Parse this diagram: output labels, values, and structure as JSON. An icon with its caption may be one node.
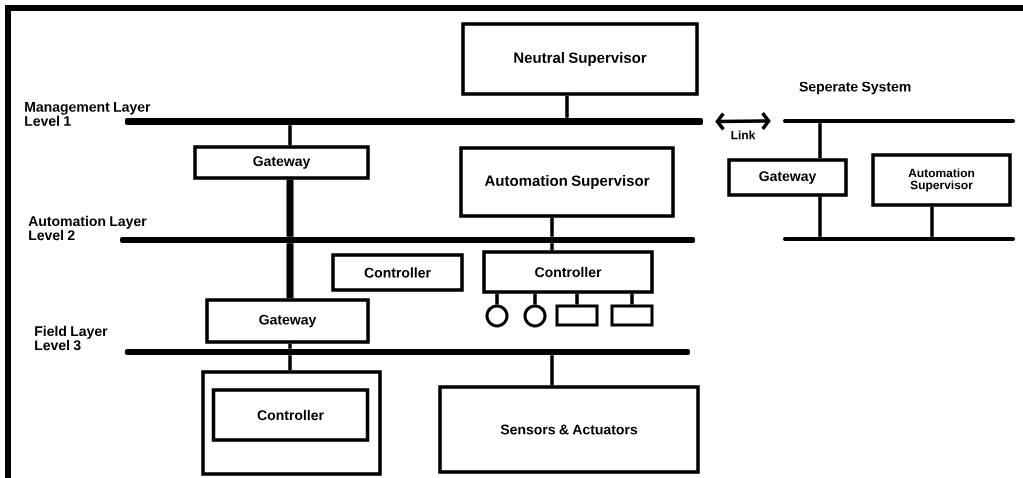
{
  "diagram": {
    "nodes": [
      {
        "text": [
          "Neutral Supervisor"
        ]
      },
      {
        "text": [],
        "shape": "bar",
        "beside": [
          "Management Layer Level 1"
        ]
      },
      {
        "text": [
          "Gateway"
        ]
      },
      {
        "text": [
          "Automation Supervisor"
        ]
      },
      {
        "text": [],
        "shape": "bar",
        "beside": [
          "Automation Layer Level 2"
        ]
      },
      {
        "text": [
          "Controller"
        ]
      },
      {
        "text": [
          "Controller"
        ]
      },
      {
        "text": [],
        "shape": "circle"
      },
      {
        "text": [],
        "shape": "circle"
      },
      {
        "text": [],
        "shape": "box"
      },
      {
        "text": [],
        "shape": "box"
      },
      {
        "text": [
          "Gateway"
        ]
      },
      {
        "text": [],
        "shape": "bar",
        "beside": [
          "Field Layer Level 3"
        ]
      },
      {
        "text": [],
        "shape": "box"
      },
      {
        "text": [
          "Controller"
        ],
        "in": 13
      },
      {
        "text": [
          "Sensors & Actuators"
        ]
      },
      {
        "text": [],
        "shape": "bar",
        "beside": [
          "Seperate System"
        ]
      },
      {
        "text": [
          "Gateway"
        ]
      },
      {
        "text": [
          "Automation Supervisor"
        ]
      },
      {
        "text": [],
        "shape": "bar"
      }
    ],
    "edges": [
      {
        "from": 0,
        "to": 1,
        "arrow": "none"
      },
      {
        "from": 1,
        "to": 2,
        "arrow": "none"
      },
      {
        "from": 2,
        "to": 4,
        "arrow": "none",
        "style": "thick"
      },
      {
        "from": 4,
        "to": 11,
        "arrow": "none",
        "style": "thick"
      },
      {
        "from": 3,
        "to": 4,
        "arrow": "none"
      },
      {
        "from": 4,
        "to": 6,
        "arrow": "none"
      },
      {
        "from": 6,
        "to": 7,
        "arrow": "none"
      },
      {
        "from": 6,
        "to": 8,
        "arrow": "none"
      },
      {
        "from": 6,
        "to": 9,
        "arrow": "none"
      },
      {
        "from": 6,
        "to": 10,
        "arrow": "none"
      },
      {
        "from": 11,
        "to": 12,
        "arrow": "none"
      },
      {
        "from": 12,
        "to": 13,
        "arrow": "none"
      },
      {
        "from": 12,
        "to": 15,
        "arrow": "none"
      },
      {
        "from": 1,
        "to": 16,
        "arrow": "both",
        "label": "Link"
      },
      {
        "from": 16,
        "to": 17,
        "arrow": "none"
      },
      {
        "from": 17,
        "to": 19,
        "arrow": "none"
      },
      {
        "from": 18,
        "to": 19,
        "arrow": "none"
      }
    ]
  }
}
